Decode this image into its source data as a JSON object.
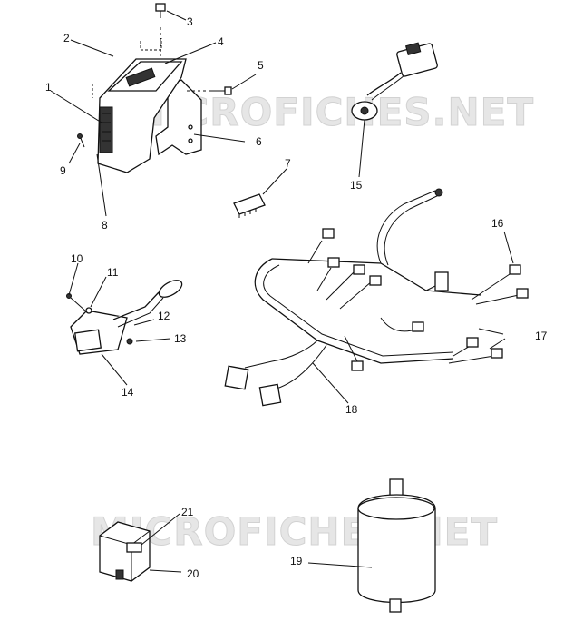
{
  "watermarks": [
    "MICROFICHES.NET",
    "MICROFICHES.NET"
  ],
  "callouts": {
    "c1": "1",
    "c2": "2",
    "c3": "3",
    "c4": "4",
    "c5": "5",
    "c6": "6",
    "c7": "7",
    "c8": "8",
    "c9": "9",
    "c10": "10",
    "c11": "11",
    "c12": "12",
    "c13": "13",
    "c14": "14",
    "c15": "15",
    "c16": "16",
    "c17": "17",
    "c18": "18",
    "c19": "19",
    "c20": "20",
    "c21": "21"
  },
  "colors": {
    "line": "#111111",
    "watermark": "#e6e6e6",
    "background": "#ffffff"
  }
}
